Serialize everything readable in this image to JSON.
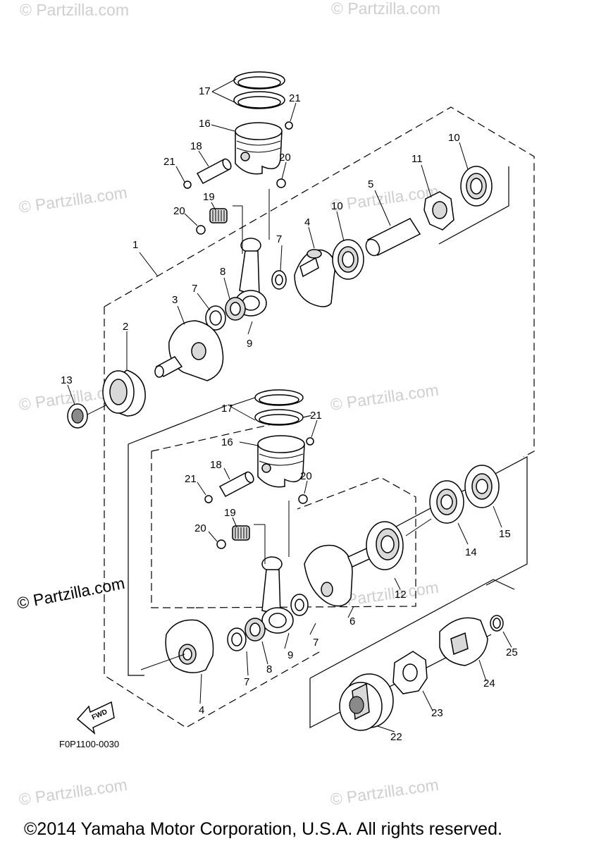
{
  "watermark": "© Partzilla.com",
  "brand_watermark": "© Partzilla.com",
  "figure_code": "F0P1100-0030",
  "fwd_label": "FWD",
  "copyright": "©2014 Yamaha Motor Corporation, U.S.A. All rights reserved.",
  "callouts": [
    "1",
    "2",
    "3",
    "4",
    "5",
    "6",
    "7",
    "8",
    "9",
    "10",
    "11",
    "12",
    "13",
    "14",
    "15",
    "16",
    "17",
    "18",
    "19",
    "20",
    "21",
    "22",
    "23",
    "24",
    "25"
  ]
}
